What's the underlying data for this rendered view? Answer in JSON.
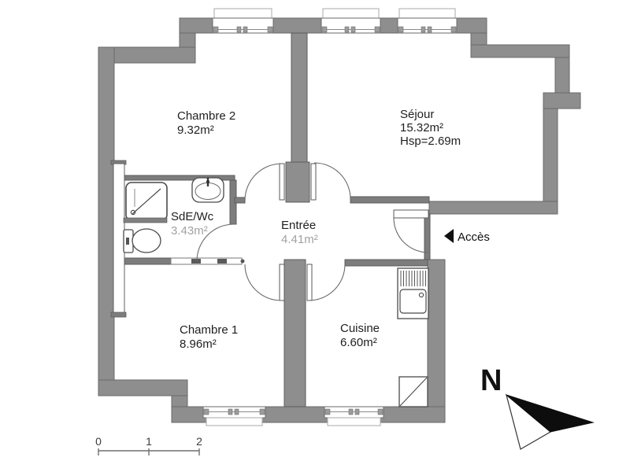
{
  "plan": {
    "title": "apartment-floor-plan",
    "rooms": {
      "chambre2": {
        "name": "Chambre 2",
        "area": "9.32m²"
      },
      "sejour": {
        "name": "Séjour",
        "area": "15.32m²",
        "ceiling": "Hsp=2.69m"
      },
      "sde": {
        "name": "SdE/Wc",
        "area": "3.43m²"
      },
      "entree": {
        "name": "Entrée",
        "area": "4.41m²"
      },
      "chambre1": {
        "name": "Chambre 1",
        "area": "8.96m²"
      },
      "cuisine": {
        "name": "Cuisine",
        "area": "6.60m²"
      }
    },
    "access": {
      "label": "Accès"
    },
    "compass": {
      "north": "N"
    },
    "scale": {
      "ticks": [
        "0",
        "1",
        "2"
      ]
    },
    "colors": {
      "wall_fill": "#8e8e8e",
      "thin_wall_fill": "#7d7d7d",
      "wall_outline": "#696969",
      "floor": "#ffffff",
      "text_dark": "#1f1f1f",
      "text_gray": "#a2a2a2"
    }
  }
}
